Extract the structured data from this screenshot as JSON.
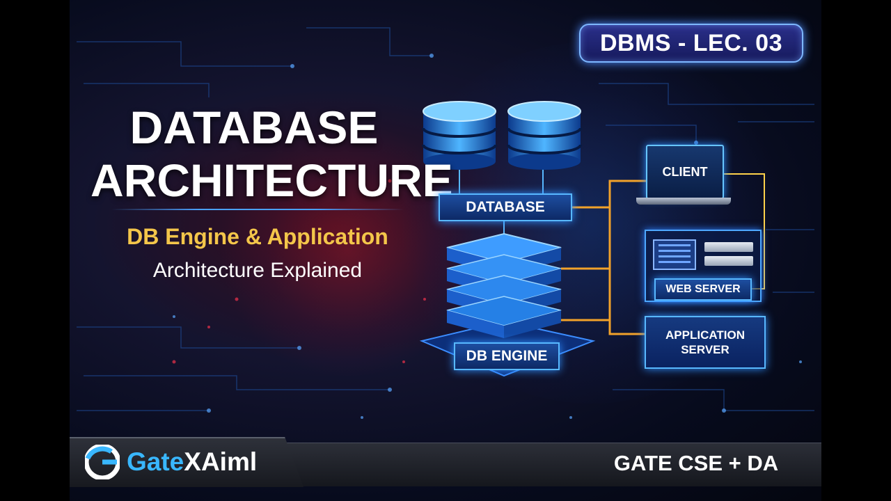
{
  "badge": {
    "text": "DBMS - LEC. 03"
  },
  "title": {
    "line1": "DATABASE",
    "line2": "ARCHITECTURE"
  },
  "subtitle": {
    "line1": "DB Engine & Application",
    "line2": "Architecture Explained"
  },
  "diagram": {
    "database_label": "DATABASE",
    "engine_label": "DB ENGINE",
    "client_label": "CLIENT",
    "web_server_label": "WEB SERVER",
    "app_server_label_1": "APPLICATION",
    "app_server_label_2": "SERVER"
  },
  "footer": {
    "brand_part1": "Gate",
    "brand_part2": "XAiml",
    "course": "GATE CSE + DA"
  },
  "colors": {
    "accent_blue": "#4aa0ff",
    "accent_yellow": "#f4c64a",
    "accent_red": "#c8203a",
    "bg_dark": "#070b1d"
  }
}
